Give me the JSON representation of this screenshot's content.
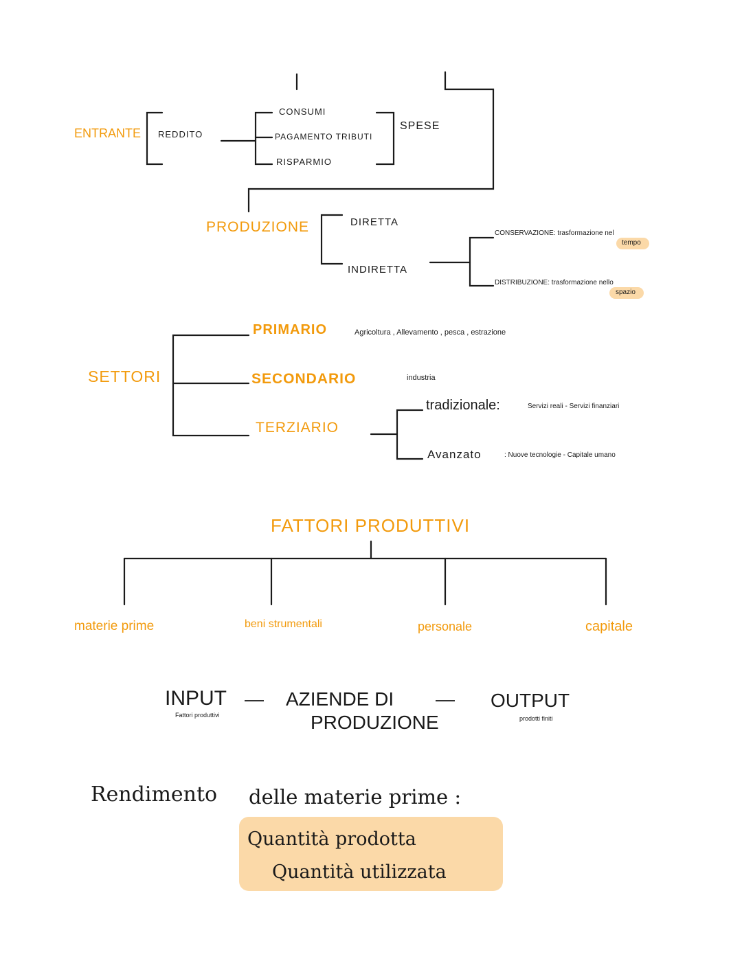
{
  "colors": {
    "accent": "#f29a0c",
    "ink": "#1a1a1a",
    "highlight": "#fbd9a8"
  },
  "reddito": {
    "entrante": "ENTRANTE",
    "reddito": "REDDITO",
    "consumi": "CONSUMI",
    "pagamento_tributi": "PAGAMENTO TRIBUTI",
    "risparmio": "RISPARMIO",
    "spese": "SPESE"
  },
  "produzione": {
    "title": "PRODUZIONE",
    "diretta": "DIRETTA",
    "indiretta": "INDIRETTA",
    "conservazione": "CONSERVAZIONE: trasformazione nel",
    "conservazione_hl": "tempo",
    "distribuzione": "DISTRIBUZIONE: trasformazione nello",
    "distribuzione_hl": "spazio"
  },
  "settori": {
    "title": "SETTORI",
    "primario": "PRIMARIO",
    "primario_desc": "Agricoltura , Allevamento , pesca , estrazione",
    "secondario": "SECONDARIO",
    "secondario_desc": "industria",
    "terziario": "TERZIARIO",
    "tradizionale": "tradizionale:",
    "tradizionale_desc": "Servizi reali - Servizi finanziari",
    "avanzato": "Avanzato",
    "avanzato_desc": ": Nuove tecnologie - Capitale umano"
  },
  "fattori": {
    "title": "FATTORI PRODUTTIVI",
    "items": [
      "materie prime",
      "beni strumentali",
      "personale",
      "capitale"
    ]
  },
  "flow": {
    "input": "INPUT",
    "input_sub": "Fattori produttivi",
    "dash1": "—",
    "aziende_line1": "AZIENDE DI",
    "aziende_line2": "PRODUZIONE",
    "dash2": "—",
    "output": "OUTPUT",
    "output_sub": "prodotti finiti"
  },
  "rendimento": {
    "label": "Rendimento",
    "rest": "delle materie prime :",
    "numerator": "Quantità prodotta",
    "denominator": "Quantità utilizzata"
  }
}
